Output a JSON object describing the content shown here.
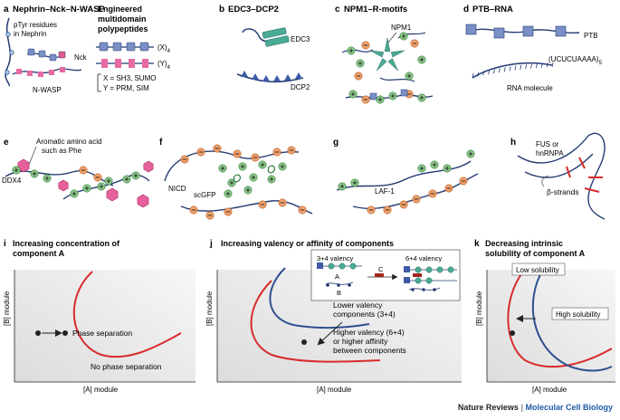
{
  "panels": {
    "a": {
      "letter": "a",
      "title": "Nephrin–Nck–N-WASP",
      "ptyr": [
        "pTyr residues",
        "in Nephrin"
      ],
      "nck": "Nck",
      "nwasp": "N-WASP"
    },
    "engineered": {
      "title": [
        "Engineered",
        "multidomain",
        "polypeptides"
      ],
      "x4": "(X)",
      "y4": "(Y)",
      "sub": "4",
      "xdef": "X = SH3, SUMO",
      "ydef": "Y = PRM, SIM"
    },
    "b": {
      "letter": "b",
      "title": "EDC3–DCP2",
      "edc3": "EDC3",
      "dcp2": "DCP2"
    },
    "c": {
      "letter": "c",
      "title": "NPM1–R-motifs",
      "npm1": "NPM1"
    },
    "d": {
      "letter": "d",
      "title": "PTB–RNA",
      "ptb": "PTB",
      "seq": "(UCUCUAAAA)",
      "seqsub": "5",
      "rna": "RNA molecule"
    },
    "e": {
      "letter": "e",
      "aro": [
        "Aromatic amino acid",
        "such as Phe"
      ],
      "ddx4": "DDX4"
    },
    "f": {
      "letter": "f",
      "nicd": "NICD",
      "scgfp": "scGFP"
    },
    "g": {
      "letter": "g",
      "laf": "LAF-1"
    },
    "h": {
      "letter": "h",
      "fus": [
        "FUS or",
        "hnRNPA"
      ],
      "beta": "β-strands"
    },
    "i": {
      "letter": "i",
      "title": [
        "Increasing concentration of",
        "component A"
      ],
      "phase": "Phase separation",
      "nophase": "No phase separation",
      "ylabel": "[B] module",
      "xlabel": "[A] module"
    },
    "j": {
      "letter": "j",
      "title": "Increasing valency or affinity of components",
      "v34": "3+4 valency",
      "v64": "6+4 valency",
      "A": "A",
      "B": "B",
      "C": "C",
      "lower": [
        "Lower valency",
        "components (3+4)"
      ],
      "higher": [
        "Higher valency (6+4)",
        "or higher affinity",
        "between components"
      ],
      "ylabel": "[B] module",
      "xlabel": "[A] module"
    },
    "k": {
      "letter": "k",
      "title": [
        "Decreasing intrinsic",
        "solubility of component A"
      ],
      "low": "Low solubility",
      "high": "High solubility",
      "ylabel": "[B] module",
      "xlabel": "[A] module"
    }
  },
  "footer": {
    "journal": "Nature Reviews",
    "sep": " | ",
    "section": "Molecular Cell Biology"
  },
  "colors": {
    "green": "#8dc98a",
    "green_dark": "#2e7d3a",
    "pink": "#e6609a",
    "orange": "#f0a06a",
    "teal": "#4aab94",
    "navy": "#243b73",
    "red": "#d92b2b",
    "blue_curve": "#2e4f8f",
    "panel_bg": "#eeeeee",
    "footer_blue": "#1a5aa6"
  }
}
